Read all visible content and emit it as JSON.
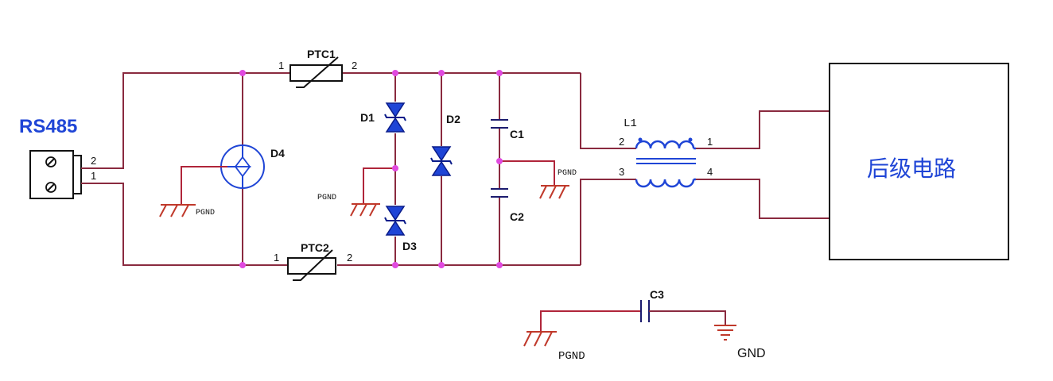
{
  "connector": {
    "title": "RS485",
    "pin_top": "2",
    "pin_bottom": "1"
  },
  "components": {
    "ptc1": {
      "ref": "PTC1",
      "pin1": "1",
      "pin2": "2"
    },
    "ptc2": {
      "ref": "PTC2",
      "pin1": "1",
      "pin2": "2"
    },
    "d1": "D1",
    "d2": "D2",
    "d3": "D3",
    "d4": "D4",
    "c1": "C1",
    "c2": "C2",
    "c3": "C3",
    "l1": {
      "ref": "L1",
      "pin1": "1",
      "pin2": "2",
      "pin3": "3",
      "pin4": "4"
    }
  },
  "grounds": {
    "pgnd_d4": "PGND",
    "pgnd_mid": "PGND",
    "pgnd_cap": "PGND",
    "pgnd_c3": "PGND",
    "gnd": "GND"
  },
  "block": {
    "label": "后级电路"
  }
}
